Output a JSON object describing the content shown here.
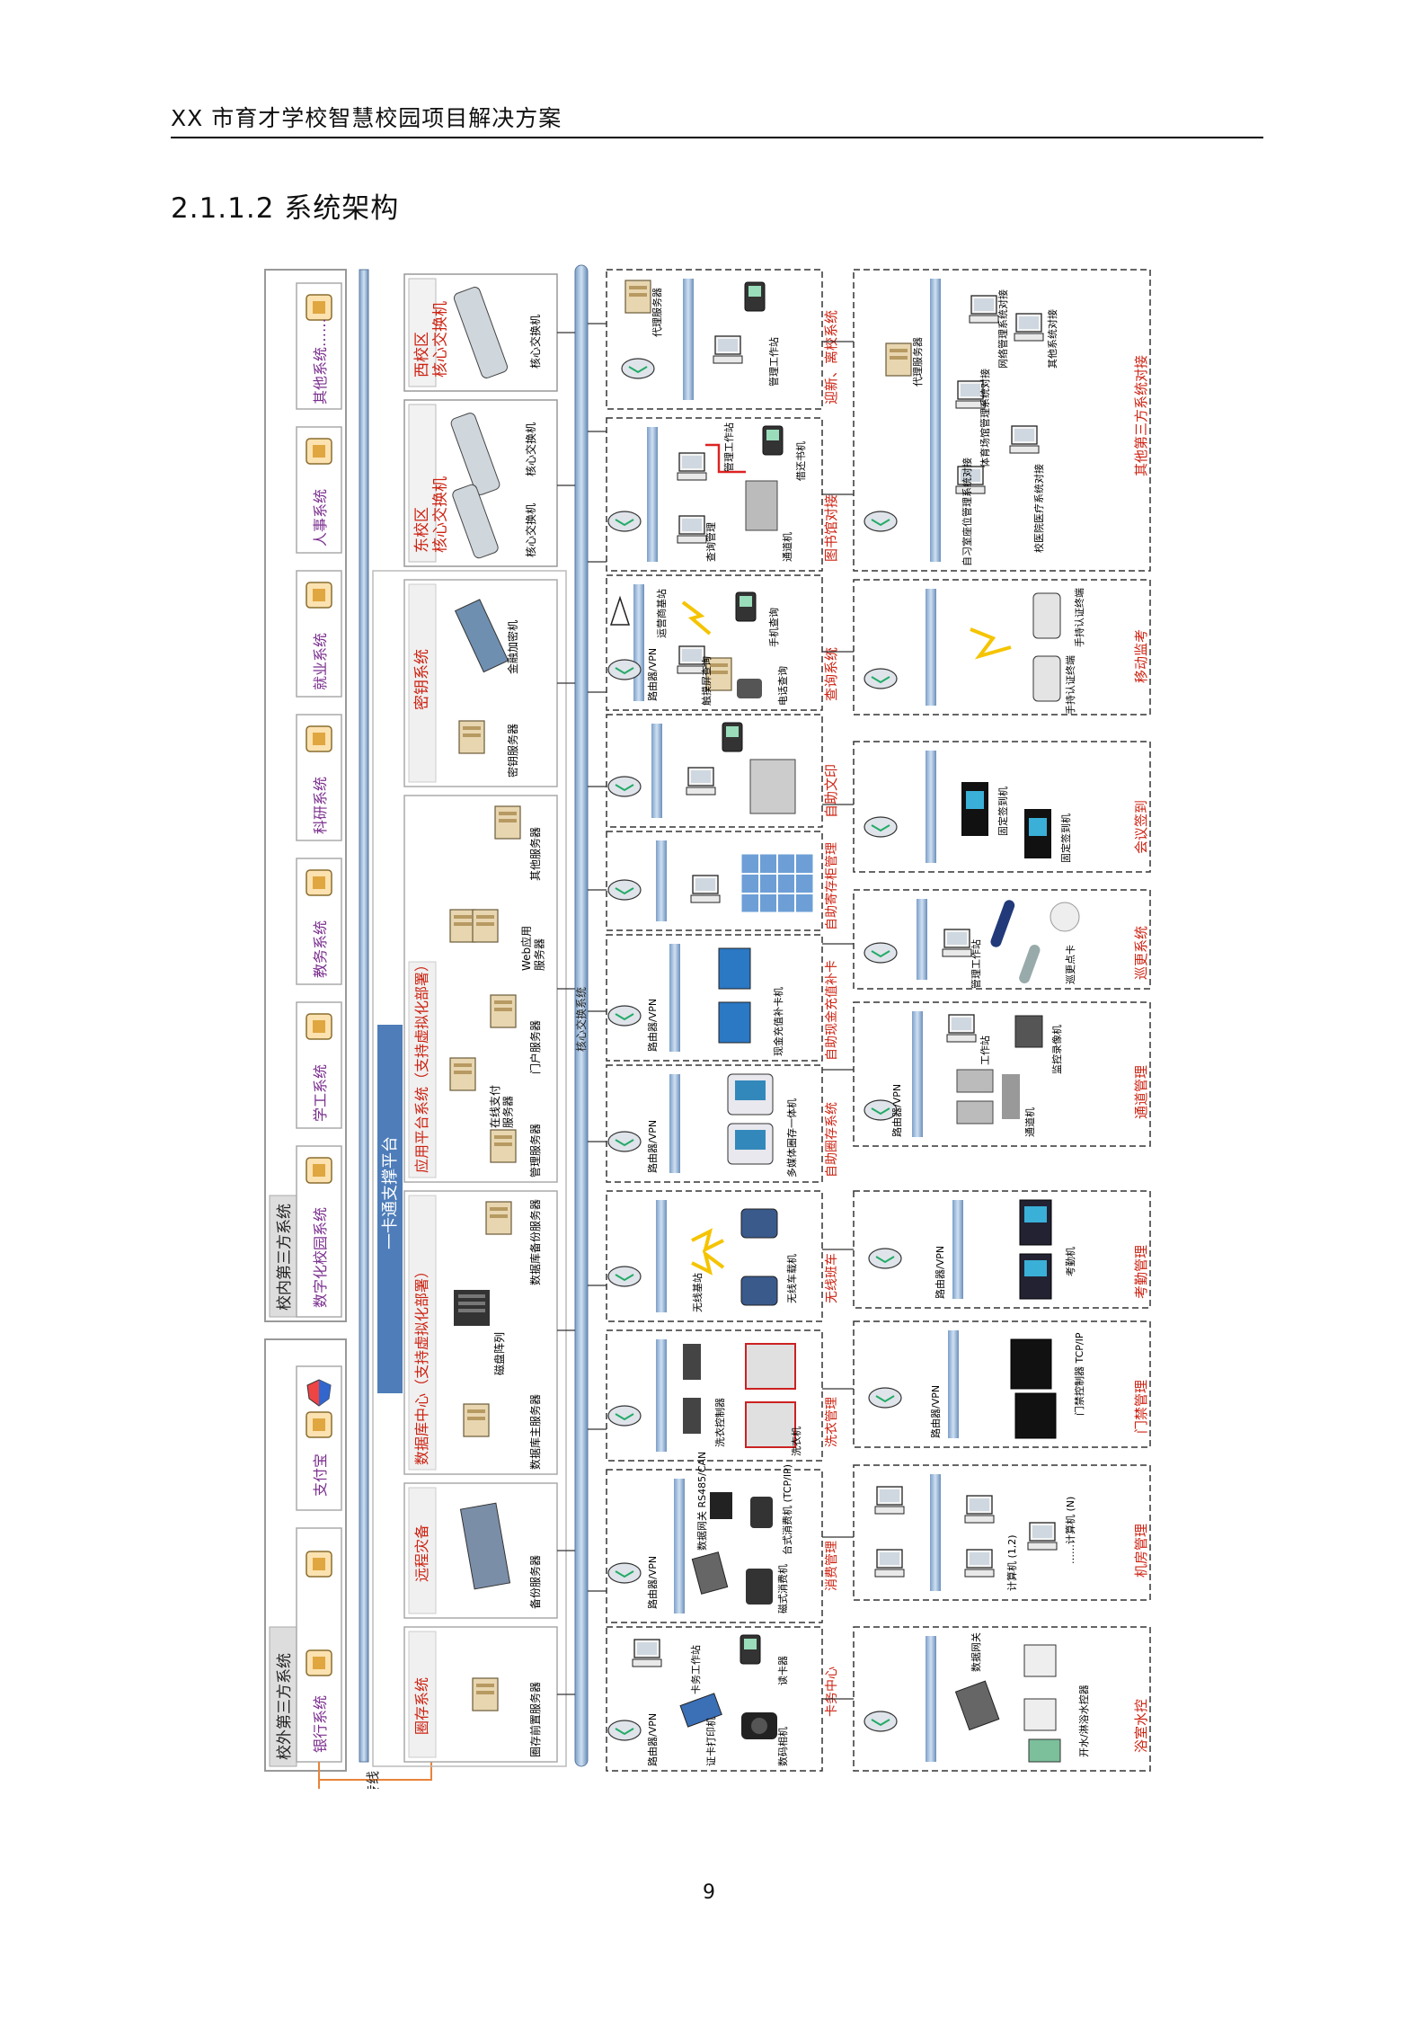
{
  "header": {
    "title": "XX 市育才学校智慧校园项目解决方案"
  },
  "section": {
    "heading": "2.1.1.2 系统架构"
  },
  "page_number": "9",
  "diagram": {
    "left": {
      "campus_third_party_title": "校内第三方系统",
      "campus_third_party": [
        "其他系统……",
        "人事系统",
        "就业系统",
        "科研系统",
        "教务系统",
        "学工系统",
        "数字化校园系统"
      ],
      "external_third_party_title": "校外第三方系统",
      "external_third_party": [
        "支付宝",
        "银行系统"
      ],
      "dedicated_line": "专线"
    },
    "core": {
      "west_campus": "西校区\n核心交换机",
      "east_campus": "东校区\n核心交换机",
      "core_switch_label": "核心交换机",
      "core_switch_label_2": "核心交换机",
      "core_switch_label_3": "核心交换机",
      "backbone": "核心交换系统",
      "support_platform": "一卡通支撑平台",
      "backbone_left": "一卡通支撑平台"
    },
    "platform": {
      "key_system": "密钥系统",
      "financial_encryptor": "金融加密机",
      "key_server": "密钥服务器",
      "app_platform": "应用平台系统（支持虚拟化部署）",
      "other_server": "其他服务器",
      "web_server": "Web应用\n服务器",
      "portal_server": "门户服务器",
      "online_payment_server": "在线支付\n服务器",
      "management_server": "管理服务器",
      "database_center": "数据库中心（支持虚拟化部署）",
      "db_backup_server": "数据库备份服务器",
      "disk_array": "磁盘阵列",
      "db_main_server": "数据库主服务器",
      "remote_backup": "远程灾备",
      "backup_server": "备份服务器",
      "circle_system": "圈存系统",
      "circle_front_server": "圈存前置服务器"
    },
    "subsystems_col1": [
      {
        "name": "迎新、离校系统",
        "items": [
          "代理服务器",
          "管理工作站"
        ]
      },
      {
        "name": "图书馆对接",
        "items": [
          "管理工作站",
          "借还书机",
          "查询管理",
          "通道机"
        ]
      },
      {
        "name": "查询系统",
        "items": [
          "运营商基站",
          "手机查询",
          "触摸屏查询",
          "电话查询",
          "路由器/VPN"
        ]
      },
      {
        "name": "自助文印",
        "items": []
      },
      {
        "name": "自助寄存柜管理",
        "items": []
      },
      {
        "name": "自助现金充值补卡",
        "items": [
          "路由器/VPN",
          "现金充值补卡机"
        ]
      },
      {
        "name": "自助圈存系统",
        "items": [
          "路由器/VPN",
          "多媒体圈存一体机"
        ]
      },
      {
        "name": "无线班车",
        "items": [
          "无线基站",
          "无线车载机"
        ]
      },
      {
        "name": "洗衣管理",
        "items": [
          "洗衣控制器",
          "洗衣机"
        ]
      },
      {
        "name": "消费管理",
        "items": [
          "路由器/VPN",
          "数据网关 RS485/CAN",
          "台式消费机 (TCP/IP)",
          "磁式消费机"
        ]
      },
      {
        "name": "卡务中心",
        "items": [
          "路由器/VPN",
          "卡务工作站",
          "读卡器",
          "证卡打印机",
          "数码相机"
        ]
      }
    ],
    "subsystems_col2": [
      {
        "name": "其他第三方系统对接",
        "items": [
          "代理服务器",
          "网络管理系统对接",
          "其他系统对接",
          "体育场馆管理系统对接",
          "自习室座位管理系统对接",
          "校医院医疗系统对接"
        ]
      },
      {
        "name": "移动监考",
        "items": [
          "手持认证终端",
          "手持认证终端"
        ]
      },
      {
        "name": "会议签到",
        "items": [
          "固定签到机",
          "固定签到机"
        ]
      },
      {
        "name": "巡更系统",
        "items": [
          "管理工作站",
          "巡更点卡"
        ]
      },
      {
        "name": "通道管理",
        "items": [
          "路由器/VPN",
          "工作站",
          "监控录像机",
          "通道机"
        ]
      },
      {
        "name": "考勤管理",
        "items": [
          "路由器/VPN",
          "考勤机"
        ]
      },
      {
        "name": "门禁管理",
        "items": [
          "路由器/VPN",
          "门禁控制器 TCP/IP"
        ]
      },
      {
        "name": "机房管理",
        "items": [
          "计算机 (1,2)",
          "……计算机 (N)"
        ]
      },
      {
        "name": "浴室水控",
        "items": [
          "数据网关",
          "开水/淋浴水控器"
        ]
      }
    ]
  }
}
